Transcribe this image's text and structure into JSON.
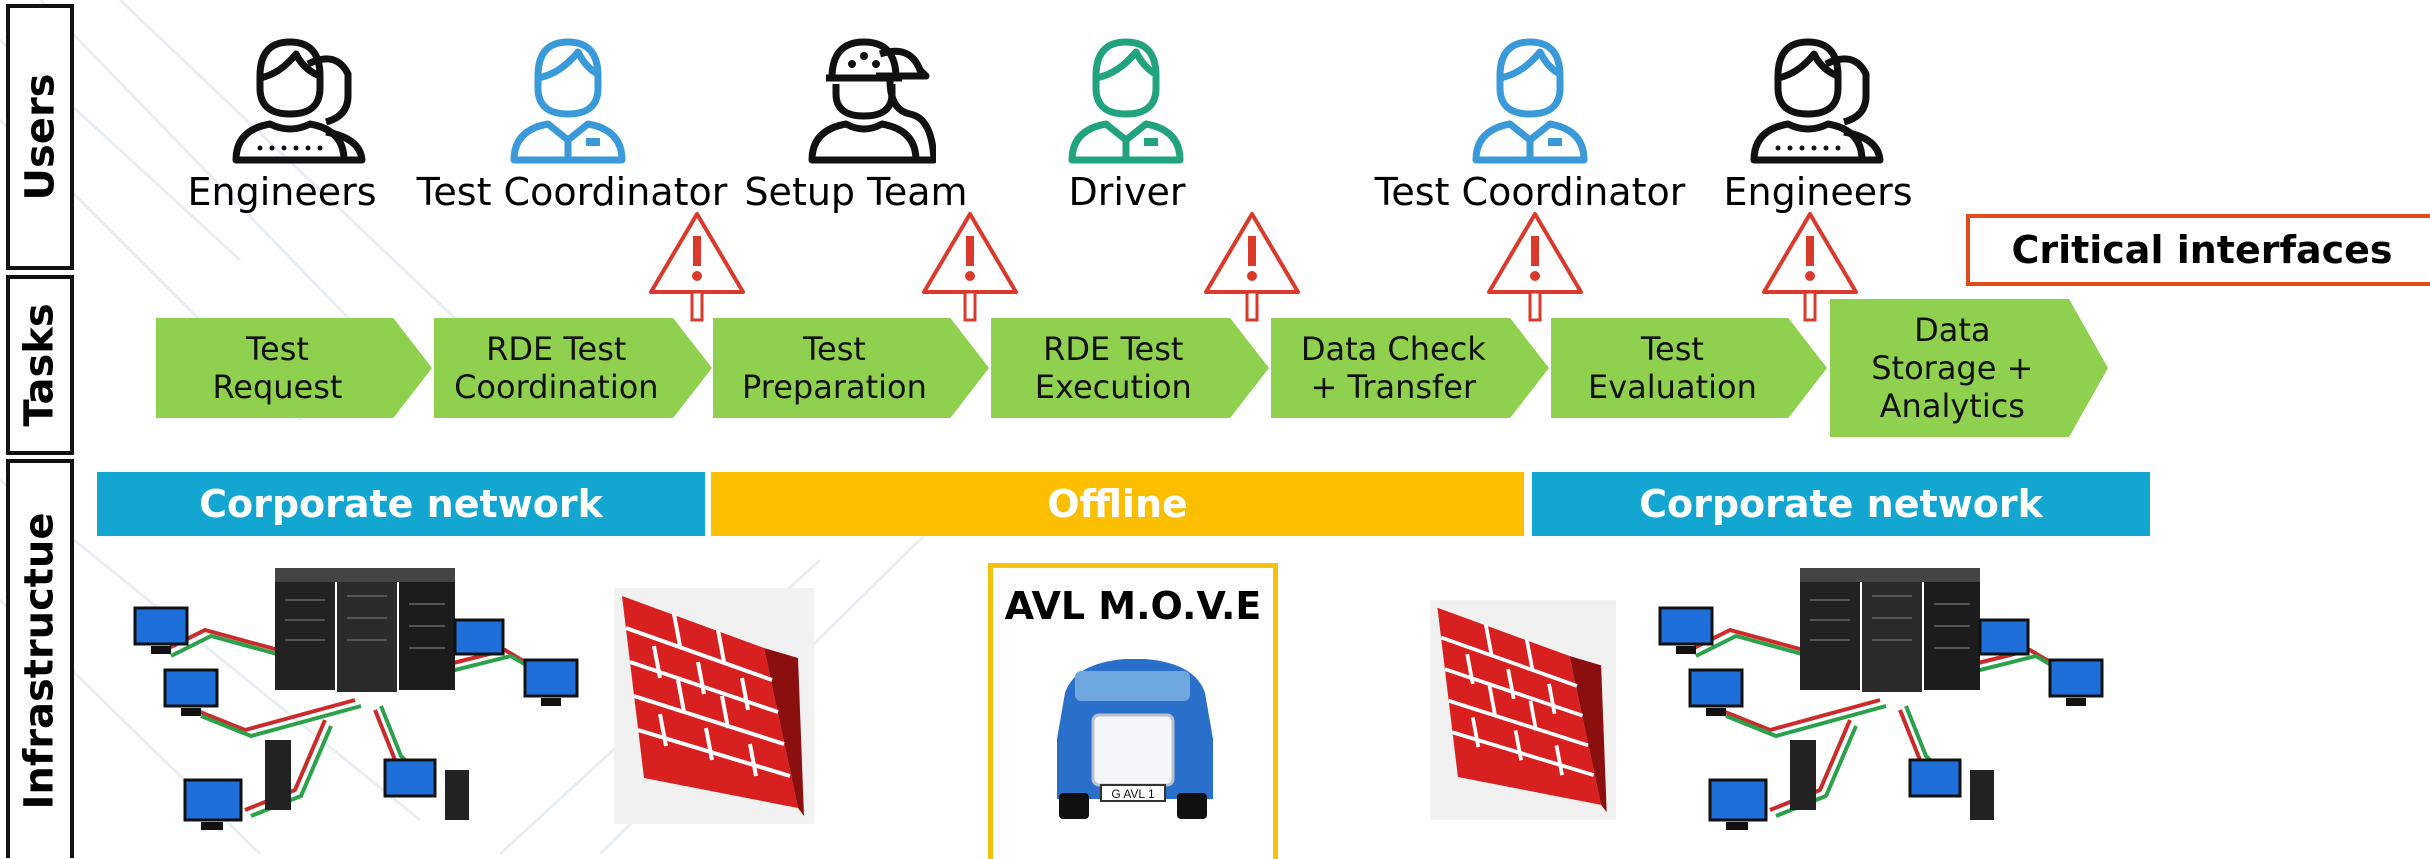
{
  "rows": {
    "users": "Users",
    "tasks": "Tasks",
    "infrastructure": "Infrastructue"
  },
  "users": [
    {
      "name": "Engineers",
      "icon": "engineers-icon",
      "color": "#111111"
    },
    {
      "name": "Test Coordinator",
      "icon": "coordinator-icon",
      "color": "#3a9ad9"
    },
    {
      "name": "Setup Team",
      "icon": "setup-team-icon",
      "color": "#111111"
    },
    {
      "name": "Driver",
      "icon": "driver-icon",
      "color": "#21a37f"
    },
    {
      "name": "Test Coordinator",
      "icon": "coordinator-icon",
      "color": "#3a9ad9"
    },
    {
      "name": "Engineers",
      "icon": "engineers-icon",
      "color": "#111111"
    }
  ],
  "tasks": [
    "Test\nRequest",
    "RDE Test\nCoordination",
    "Test\nPreparation",
    "RDE Test\nExecution",
    "Data Check\n+ Transfer",
    "Test\nEvaluation",
    "Data\nStorage +\nAnalytics"
  ],
  "networks": [
    {
      "label": "Corporate network",
      "color": "#12a6d1"
    },
    {
      "label": "Offline",
      "color": "#fcbf00"
    },
    {
      "label": "Corporate network",
      "color": "#12a6d1"
    }
  ],
  "legend": {
    "critical": "Critical interfaces",
    "color": "#e04b1a"
  },
  "avl": {
    "title": "AVL M.O.V.E",
    "plate": "G AVL 1"
  },
  "colors": {
    "task": "#8fd14f",
    "warning": "#d93a2b"
  }
}
